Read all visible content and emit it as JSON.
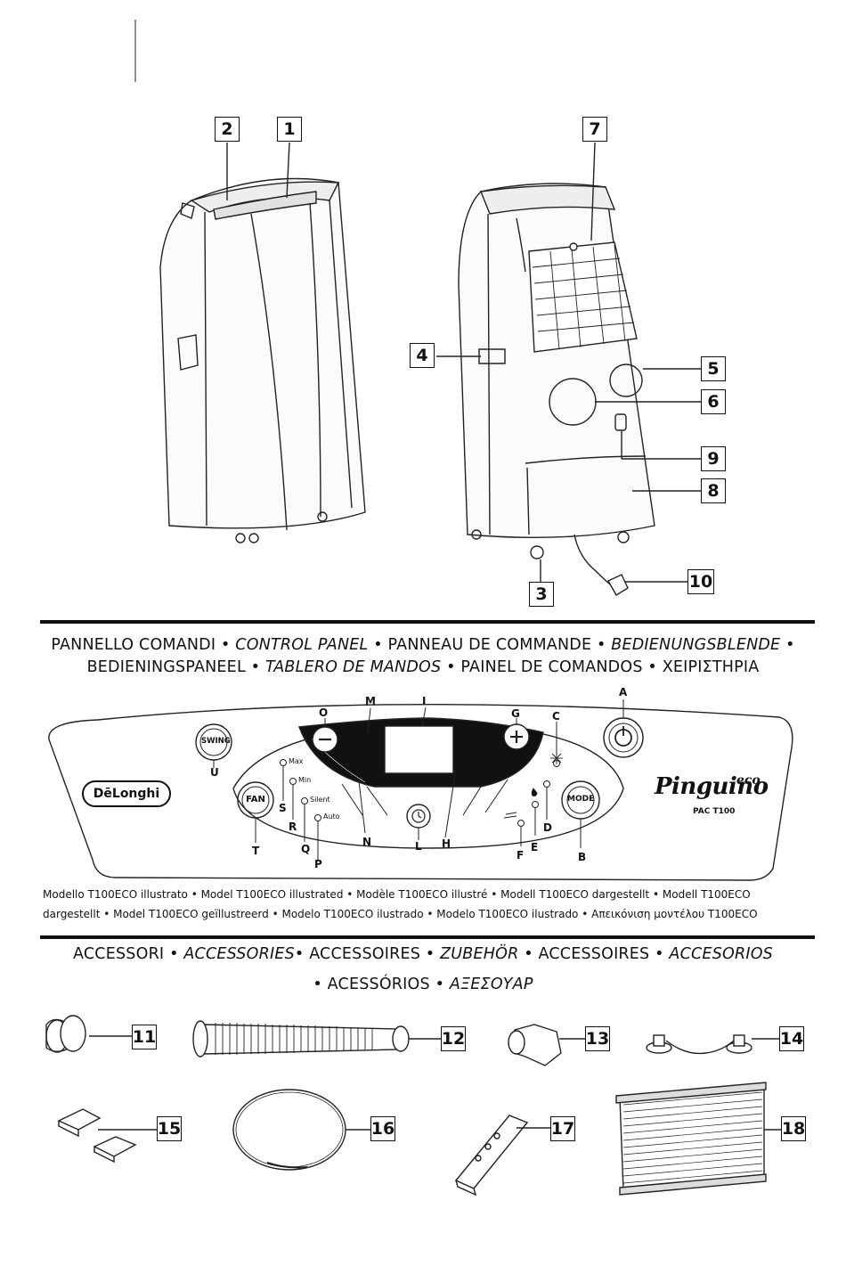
{
  "callouts": {
    "c1": "1",
    "c2": "2",
    "c3": "3",
    "c4": "4",
    "c5": "5",
    "c6": "6",
    "c7": "7",
    "c8": "8",
    "c9": "9",
    "c10": "10"
  },
  "control_panel_heading": {
    "line1": [
      "PANNELLO COMANDI",
      "CONTROL PANEL",
      "PANNEAU DE COMMANDE",
      "BEDIENUNGSBLENDE"
    ],
    "line2": [
      "BEDIENINGSPANEEL",
      "TABLERO DE MANDOS",
      "PAINEL DE COMANDOS",
      "ΧΕΙΡΙΣΤΗΡΙΑ"
    ],
    "separator": "•"
  },
  "panel": {
    "brand": "DēLonghi",
    "product": "Pinguino",
    "product_suffix": "eco",
    "model": "PAC T100",
    "buttons": {
      "swing": "SWING",
      "fan": "FAN",
      "mode": "MODE"
    },
    "fan_levels": {
      "max": "Max",
      "min": "Min",
      "silent": "Silent",
      "auto": "Auto"
    },
    "letters": {
      "A": "A",
      "B": "B",
      "C": "C",
      "D": "D",
      "E": "E",
      "F": "F",
      "G": "G",
      "H": "H",
      "I": "I",
      "L": "L",
      "M": "M",
      "N": "N",
      "O": "O",
      "P": "P",
      "Q": "Q",
      "R": "R",
      "S": "S",
      "T": "T",
      "U": "U"
    }
  },
  "model_caption": {
    "line1": "Modello T100ECO illustrato • Model T100ECO illustrated • Modèle T100ECO illustré  • Modell T100ECO dargestellt • Modell T100ECO",
    "line2": "dargestellt • Model T100ECO geïllustreerd • Modelo T100ECO ilustrado • Modelo T100ECO ilustrado  • Απεικόνιση μοντέλου T100ECO"
  },
  "accessories_heading": {
    "line1": [
      "ACCESSORI",
      "ACCESSORIES",
      "ACCESSOIRES",
      "ZUBEHÖR",
      "ACCESSOIRES",
      "ACCESORIOS"
    ],
    "line2": [
      "ACESSÓRIOS",
      "ΑΞΕΣΟΥΑΡ"
    ],
    "separator": "•"
  },
  "accessory_callouts": {
    "c11": "11",
    "c12": "12",
    "c13": "13",
    "c14": "14",
    "c15": "15",
    "c16": "16",
    "c17": "17",
    "c18": "18"
  }
}
